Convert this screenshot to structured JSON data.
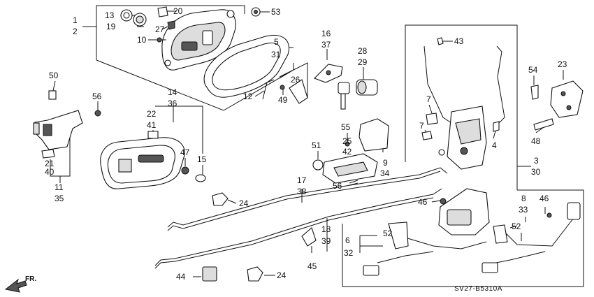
{
  "diagram_code": "SV27-B5310A",
  "front_marker": "FR.",
  "callouts": [
    "1",
    "2",
    "13",
    "19",
    "20",
    "27",
    "10",
    "53",
    "5",
    "31",
    "16",
    "37",
    "28",
    "29",
    "12",
    "49",
    "26",
    "50",
    "56",
    "14",
    "36",
    "22",
    "41",
    "21",
    "40",
    "11",
    "35",
    "47",
    "15",
    "24",
    "51",
    "55",
    "25",
    "42",
    "9",
    "34",
    "17",
    "38",
    "56",
    "18",
    "39",
    "45",
    "44",
    "24",
    "43",
    "7",
    "7",
    "4",
    "54",
    "23",
    "48",
    "3",
    "30",
    "46",
    "8",
    "33",
    "46",
    "52",
    "6",
    "32",
    "52"
  ]
}
